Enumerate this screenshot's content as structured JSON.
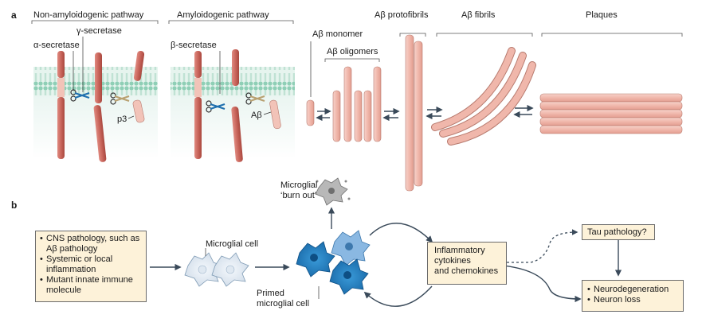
{
  "panel_a": {
    "panel_label": "a",
    "pathway_nonamyloid": "Non-amyloidogenic pathway",
    "pathway_amyloid": "Amyloidogenic pathway",
    "gamma_secretase": "γ-secretase",
    "alpha_secretase": "α-secretase",
    "beta_secretase": "β-secretase",
    "p3_label": "p3",
    "abeta_label": "Aβ",
    "monomer_label": "Aβ monomer",
    "oligomers_label": "Aβ oligomers",
    "protofibrils_label": "Aβ protofibrils",
    "fibrils_label": "Aβ fibrils",
    "plaques_label": "Plaques"
  },
  "panel_b": {
    "panel_label": "b",
    "triggers": [
      "CNS pathology, such as Aβ pathology",
      "Systemic or local inflammation",
      "Mutant innate immune molecule"
    ],
    "microglial_cell_label": "Microglial cell",
    "primed_label_1": "Primed",
    "primed_label_2": "microglial cell",
    "burnout_label_1": "Microglial",
    "burnout_label_2": "‘burn out’",
    "cytokines_1": "Inflammatory",
    "cytokines_2": "cytokines",
    "cytokines_3": "and chemokines",
    "tau_label": "Tau pathology?",
    "outcomes": [
      "Neurodegeneration",
      "Neuron loss"
    ]
  },
  "colors": {
    "membrane": "#bfe3d4",
    "protein": "#c86a62",
    "abeta": "#f3c0b6",
    "cell_light": "#e6eef6",
    "cell_primed": "#1f7fc3",
    "box_fill": "#fdf2d9"
  }
}
